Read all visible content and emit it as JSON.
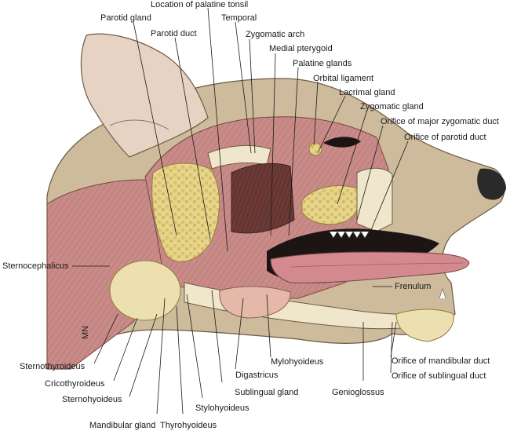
{
  "figure": {
    "artist_initials": "MN",
    "labels": {
      "parotid_gland": "Parotid gland",
      "palatine_tonsil_location": "Location of palatine tonsil",
      "parotid_duct": "Parotid duct",
      "temporal": "Temporal",
      "zygomatic_arch": "Zygomatic arch",
      "medial_pterygoid": "Medial pterygoid",
      "palatine_glands": "Palatine glands",
      "orbital_ligament": "Orbital ligament",
      "lacrimal_gland": "Lacrimal gland",
      "zygomatic_gland": "Zygomatic gland",
      "orifice_major_zygomatic_duct": "Orifice of major zygomatic duct",
      "orifice_parotid_duct": "Orifice of parotid duct",
      "sternocephalicus": "Sternocephalicus",
      "frenulum": "Frenulum",
      "mylohyoideus": "Mylohyoideus",
      "digastricus": "Digastricus",
      "orifice_mandibular_duct": "Orifice of mandibular duct",
      "orifice_sublingual_duct": "Orifice of sublingual duct",
      "sternothyroideus": "Sternothyroideus",
      "cricothyroideus": "Cricothyroideus",
      "sternohyoideus": "Sternohyoideus",
      "mandibular_gland": "Mandibular gland",
      "thyrohyoideus": "Thyrohyoideus",
      "stylohyoideus": "Stylohyoideus",
      "sublingual_gland": "Sublingual gland",
      "genioglossus": "Genioglossus"
    },
    "colors": {
      "skin": "#cdbb9c",
      "ear_inner": "#e6d3c4",
      "muscle": "#c98b88",
      "muscle_dark": "#a4605e",
      "gland": "#e7d58e",
      "tongue": "#d28a8e",
      "mouth_dark": "#1c1514",
      "bone": "#efe6cc",
      "nose": "#2a2a2a"
    }
  }
}
